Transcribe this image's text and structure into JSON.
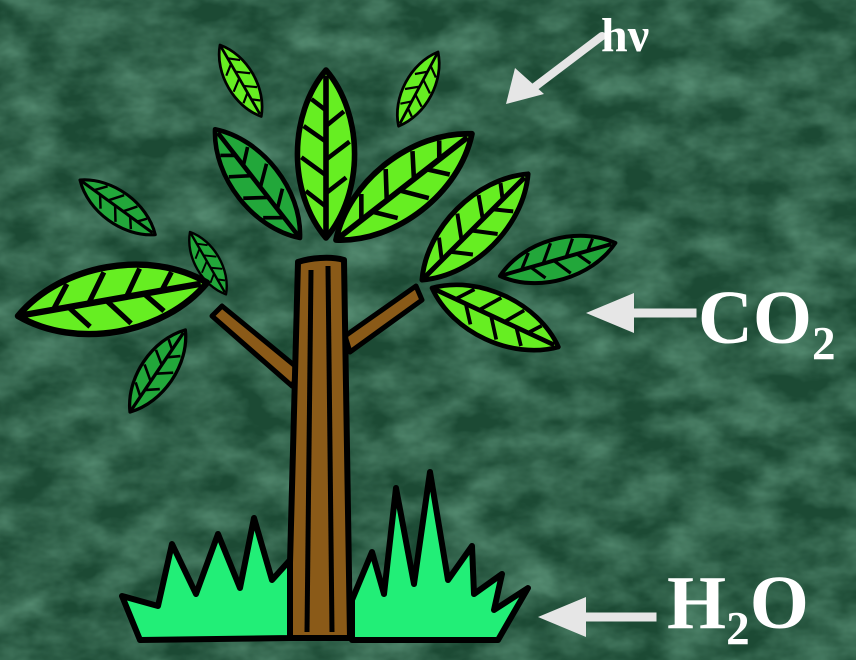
{
  "labels": {
    "light": "hν",
    "co2_main": "CO",
    "co2_sub": "2",
    "h2o_h": "H",
    "h2o_sub": "2",
    "h2o_o": "O"
  },
  "colors": {
    "background": "#1f4f38",
    "background_light": "#3e7a5c",
    "leaf_light": "#66ee22",
    "leaf_dark": "#1f8f2f",
    "outline": "#000000",
    "trunk": "#8a5a18",
    "grass": "#22ee77",
    "arrow": "#e6e6e6",
    "text": "#ffffff"
  },
  "icons": [
    "tree-icon",
    "leaf-icon",
    "grass-icon",
    "arrow-icon"
  ]
}
